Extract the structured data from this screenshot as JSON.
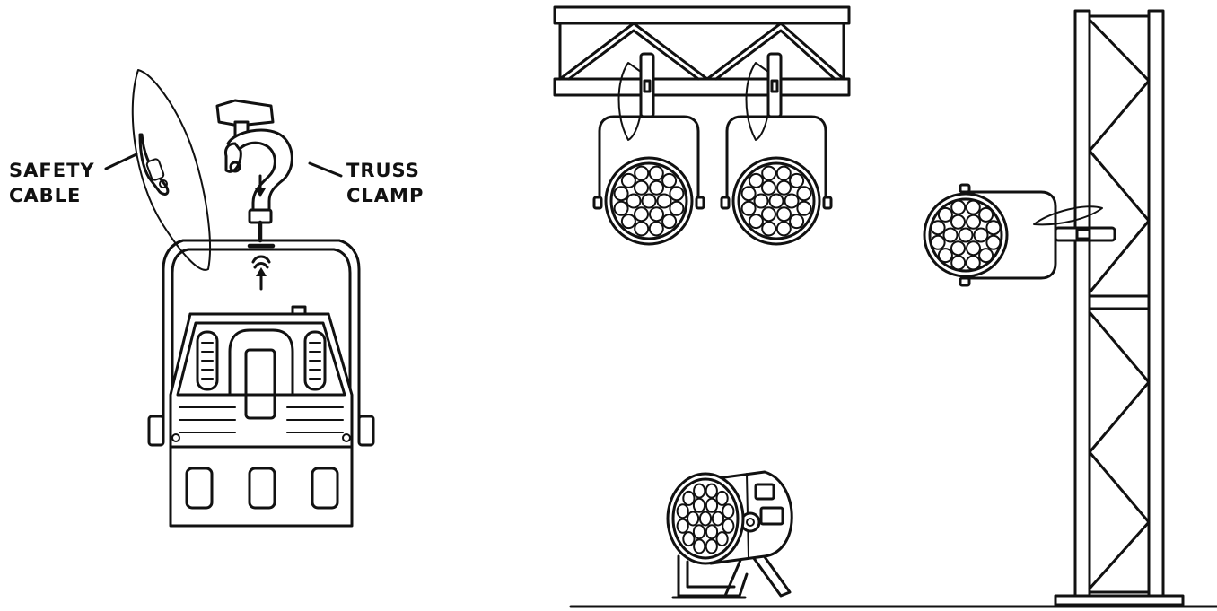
{
  "labels": {
    "safety_cable": [
      "SAFETY",
      "CABLE"
    ],
    "truss_clamp": [
      "TRUSS",
      "CLAMP"
    ]
  },
  "colors": {
    "ink": "#111111",
    "paper": "#ffffff"
  },
  "icons": {
    "fixture": "led-par-fixture-icon",
    "clamp": "truss-clamp-icon",
    "cable": "safety-cable-icon"
  }
}
